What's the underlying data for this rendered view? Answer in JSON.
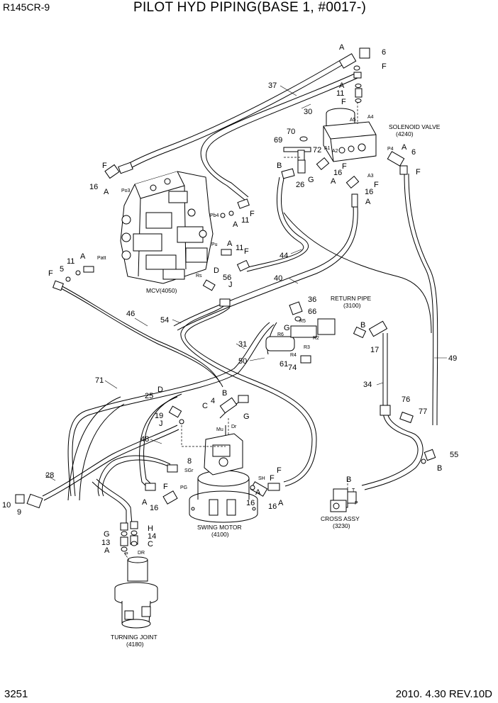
{
  "header": {
    "model": "R145CR-9",
    "title": "PILOT HYD PIPING(BASE 1, #0017-)"
  },
  "footer": {
    "page_number": "3251",
    "revision": "2010. 4.30  REV.10D"
  },
  "assemblies": {
    "solenoid_valve": {
      "name": "SOLENOID VALVE",
      "code": "(4240)"
    },
    "mcv": {
      "name": "MCV(4050)"
    },
    "return_pipe": {
      "name": "RETURN PIPE",
      "code": "(3100)"
    },
    "swing_motor": {
      "name": "SWING MOTOR",
      "code": "(4100)"
    },
    "cross_assy": {
      "name": "CROSS ASSY",
      "code": "(3230)"
    },
    "turning_joint": {
      "name": "TURNING JOINT",
      "code": "(4180)"
    }
  },
  "callouts": [
    {
      "id": "c1",
      "text": "A"
    },
    {
      "id": "c2",
      "text": "6"
    },
    {
      "id": "c3",
      "text": "F"
    },
    {
      "id": "c4",
      "text": "37"
    },
    {
      "id": "c5",
      "text": "A"
    },
    {
      "id": "c6",
      "text": "11"
    },
    {
      "id": "c7",
      "text": "F"
    },
    {
      "id": "c8",
      "text": "30"
    },
    {
      "id": "c9",
      "text": "70"
    },
    {
      "id": "c10",
      "text": "69"
    },
    {
      "id": "c11",
      "text": "72"
    },
    {
      "id": "c12",
      "text": "A"
    },
    {
      "id": "c13",
      "text": "6"
    },
    {
      "id": "c14",
      "text": "F"
    },
    {
      "id": "c15",
      "text": "B"
    },
    {
      "id": "c16",
      "text": "G"
    },
    {
      "id": "c17",
      "text": "16"
    },
    {
      "id": "c18",
      "text": "F"
    },
    {
      "id": "c19",
      "text": "26"
    },
    {
      "id": "c20",
      "text": "A"
    },
    {
      "id": "c21",
      "text": "16"
    },
    {
      "id": "c22",
      "text": "F"
    },
    {
      "id": "c23",
      "text": "A"
    },
    {
      "id": "c24",
      "text": "F"
    },
    {
      "id": "c25",
      "text": "16"
    },
    {
      "id": "c26",
      "text": "A"
    },
    {
      "id": "c27",
      "text": "F"
    },
    {
      "id": "c28",
      "text": "11"
    },
    {
      "id": "c29",
      "text": "A"
    },
    {
      "id": "c30",
      "text": "A"
    },
    {
      "id": "c31",
      "text": "11"
    },
    {
      "id": "c32",
      "text": "F"
    },
    {
      "id": "c33",
      "text": "44"
    },
    {
      "id": "c34",
      "text": "11"
    },
    {
      "id": "c35",
      "text": "A"
    },
    {
      "id": "c36",
      "text": "5"
    },
    {
      "id": "c37",
      "text": "F"
    },
    {
      "id": "c38",
      "text": "D"
    },
    {
      "id": "c39",
      "text": "56"
    },
    {
      "id": "c40",
      "text": "J"
    },
    {
      "id": "c41",
      "text": "40"
    },
    {
      "id": "c42",
      "text": "46"
    },
    {
      "id": "c43",
      "text": "54"
    },
    {
      "id": "c44",
      "text": "36"
    },
    {
      "id": "c45",
      "text": "66"
    },
    {
      "id": "c46",
      "text": "G"
    },
    {
      "id": "c47",
      "text": "B"
    },
    {
      "id": "c48",
      "text": "17"
    },
    {
      "id": "c49",
      "text": "31"
    },
    {
      "id": "c50",
      "text": "50"
    },
    {
      "id": "c51",
      "text": "61"
    },
    {
      "id": "c52",
      "text": "74"
    },
    {
      "id": "c53",
      "text": "49"
    },
    {
      "id": "c54",
      "text": "71"
    },
    {
      "id": "c55",
      "text": "34"
    },
    {
      "id": "c56",
      "text": "D"
    },
    {
      "id": "c57",
      "text": "25"
    },
    {
      "id": "c58",
      "text": "19"
    },
    {
      "id": "c59",
      "text": "J"
    },
    {
      "id": "c60",
      "text": "B"
    },
    {
      "id": "c61",
      "text": "4"
    },
    {
      "id": "c62",
      "text": "C"
    },
    {
      "id": "c63",
      "text": "G"
    },
    {
      "id": "c64",
      "text": "76"
    },
    {
      "id": "c65",
      "text": "77"
    },
    {
      "id": "c66",
      "text": "48"
    },
    {
      "id": "c67",
      "text": "8"
    },
    {
      "id": "c68",
      "text": "55"
    },
    {
      "id": "c69",
      "text": "B"
    },
    {
      "id": "c70",
      "text": "28"
    },
    {
      "id": "c71",
      "text": "F"
    },
    {
      "id": "c72",
      "text": "A"
    },
    {
      "id": "c73",
      "text": "16"
    },
    {
      "id": "c74",
      "text": "F"
    },
    {
      "id": "c75",
      "text": "16"
    },
    {
      "id": "c76",
      "text": "A"
    },
    {
      "id": "c77",
      "text": "B"
    },
    {
      "id": "c78",
      "text": "10"
    },
    {
      "id": "c79",
      "text": "9"
    },
    {
      "id": "c80",
      "text": "H"
    },
    {
      "id": "c81",
      "text": "G"
    },
    {
      "id": "c82",
      "text": "14"
    },
    {
      "id": "c83",
      "text": "13"
    },
    {
      "id": "c84",
      "text": "C"
    },
    {
      "id": "c85",
      "text": "A"
    },
    {
      "id": "c86",
      "text": "16"
    },
    {
      "id": "c87",
      "text": "F"
    },
    {
      "id": "c88",
      "text": "A"
    }
  ],
  "port_labels": [
    {
      "id": "p1",
      "text": "Po3"
    },
    {
      "id": "p2",
      "text": "Patt"
    },
    {
      "id": "p3",
      "text": "Pb4"
    },
    {
      "id": "p4",
      "text": "Pu"
    },
    {
      "id": "p5",
      "text": "Rs"
    },
    {
      "id": "p6",
      "text": "A4"
    },
    {
      "id": "p7",
      "text": "A5"
    },
    {
      "id": "p8",
      "text": "A1"
    },
    {
      "id": "p9",
      "text": "A2"
    },
    {
      "id": "p10",
      "text": "A3"
    },
    {
      "id": "p11",
      "text": "P4"
    },
    {
      "id": "p12",
      "text": "R5"
    },
    {
      "id": "p13",
      "text": "R6"
    },
    {
      "id": "p14",
      "text": "R2"
    },
    {
      "id": "p15",
      "text": "R3"
    },
    {
      "id": "p16",
      "text": "R4"
    },
    {
      "id": "p17",
      "text": "Mu"
    },
    {
      "id": "p18",
      "text": "Dr"
    },
    {
      "id": "p19",
      "text": "SGr"
    },
    {
      "id": "p20",
      "text": "PG"
    },
    {
      "id": "p21",
      "text": "SH"
    },
    {
      "id": "p22",
      "text": "T"
    },
    {
      "id": "p23",
      "text": "P"
    },
    {
      "id": "p24",
      "text": "P"
    },
    {
      "id": "p25",
      "text": "DR"
    }
  ]
}
